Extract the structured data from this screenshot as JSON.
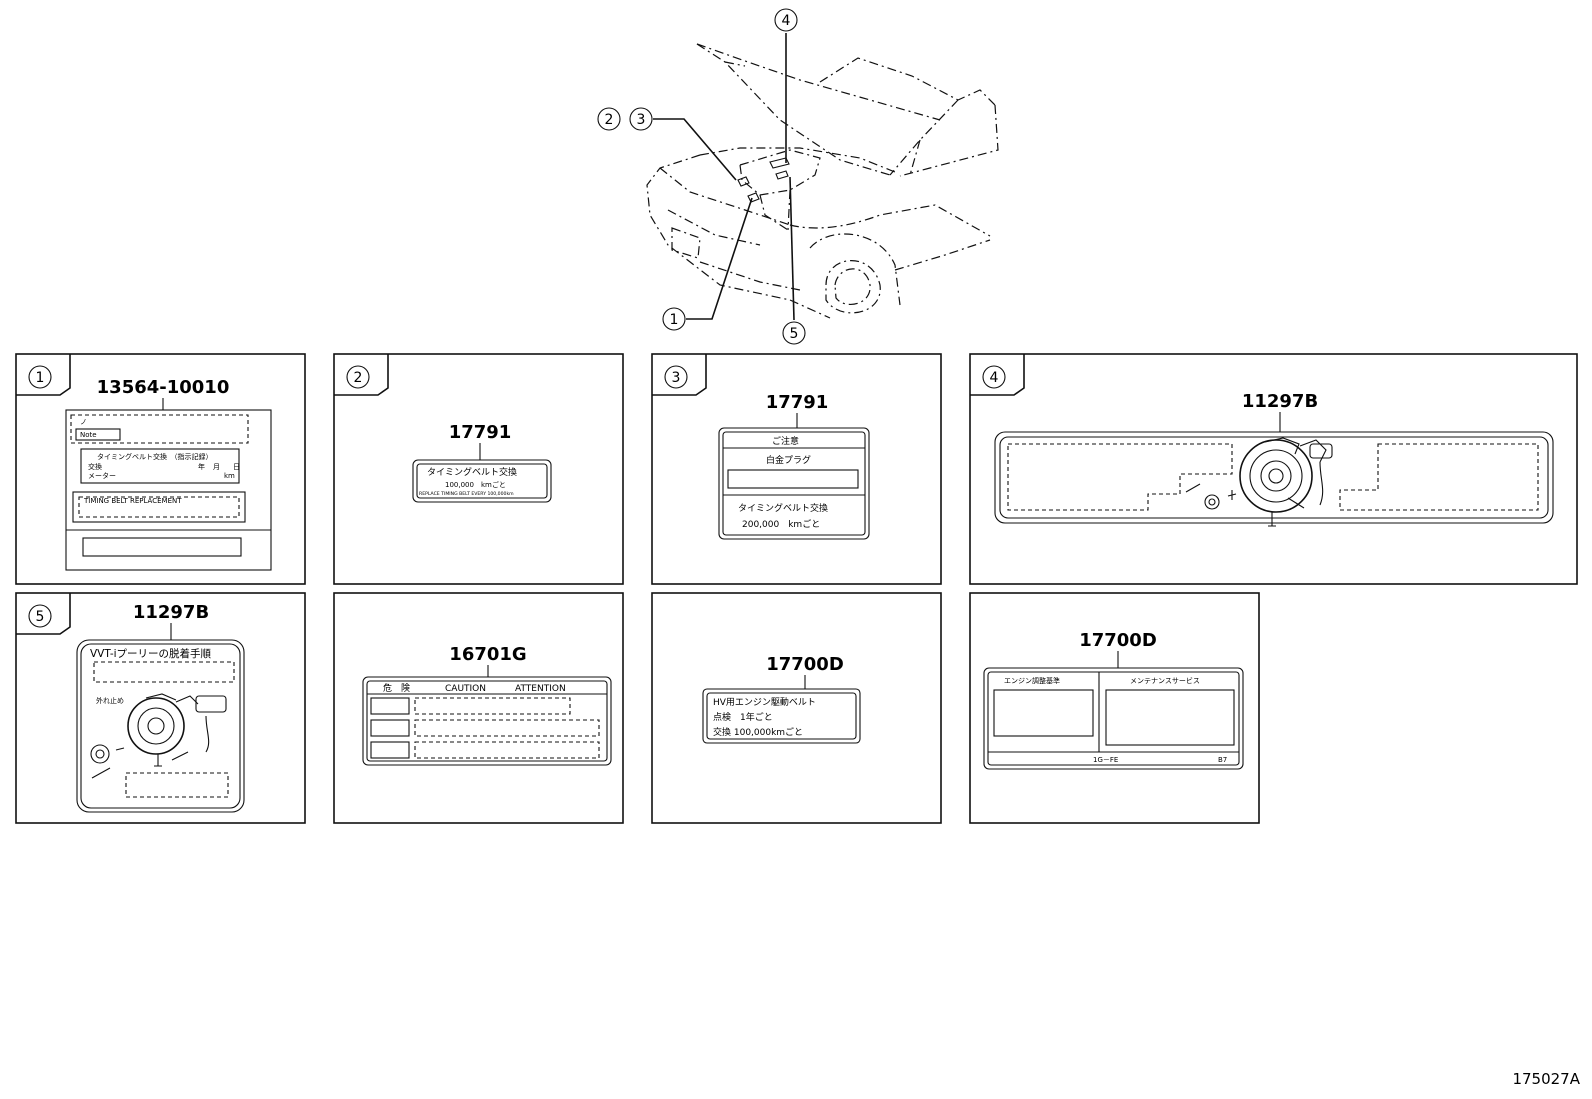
{
  "callouts": [
    "1",
    "2",
    "3",
    "4",
    "5"
  ],
  "panels": [
    {
      "callout": "1",
      "part": "13564-10010",
      "texts": [
        "Note",
        "タイミングベルト交換　（指示記録）",
        "交換",
        "年",
        "月",
        "日",
        "メーター",
        "km",
        "TIMING BELT REPLACEMENT"
      ]
    },
    {
      "callout": "2",
      "part": "17791",
      "texts": [
        "タイミングベルト交換",
        "100,000　kmごと",
        "REPLACE TIMING BELT EVERY 100,000km"
      ]
    },
    {
      "callout": "3",
      "part": "17791",
      "texts": [
        "ご注意",
        "白金プラグ",
        "タイミングベルト交換",
        "200,000　kmごと"
      ]
    },
    {
      "callout": "4",
      "part": "11297B",
      "texts": []
    },
    {
      "callout": "5",
      "part": "11297B",
      "texts": [
        "VVT-iプーリーの脱着手順",
        "外れ止め"
      ]
    },
    {
      "callout": "",
      "part": "16701G",
      "texts": [
        "危　険",
        "CAUTION",
        "ATTENTION"
      ]
    },
    {
      "callout": "",
      "part": "17700D",
      "texts": [
        "HV用エンジン駆動ベルト",
        "点検　1年ごと",
        "交換 100,000kmごと"
      ]
    },
    {
      "callout": "",
      "part": "17700D",
      "texts": [
        "エンジン調整基準",
        "メンテナンスサービス",
        "1G－FE",
        "B7"
      ]
    }
  ],
  "diagram_code": "175027A"
}
